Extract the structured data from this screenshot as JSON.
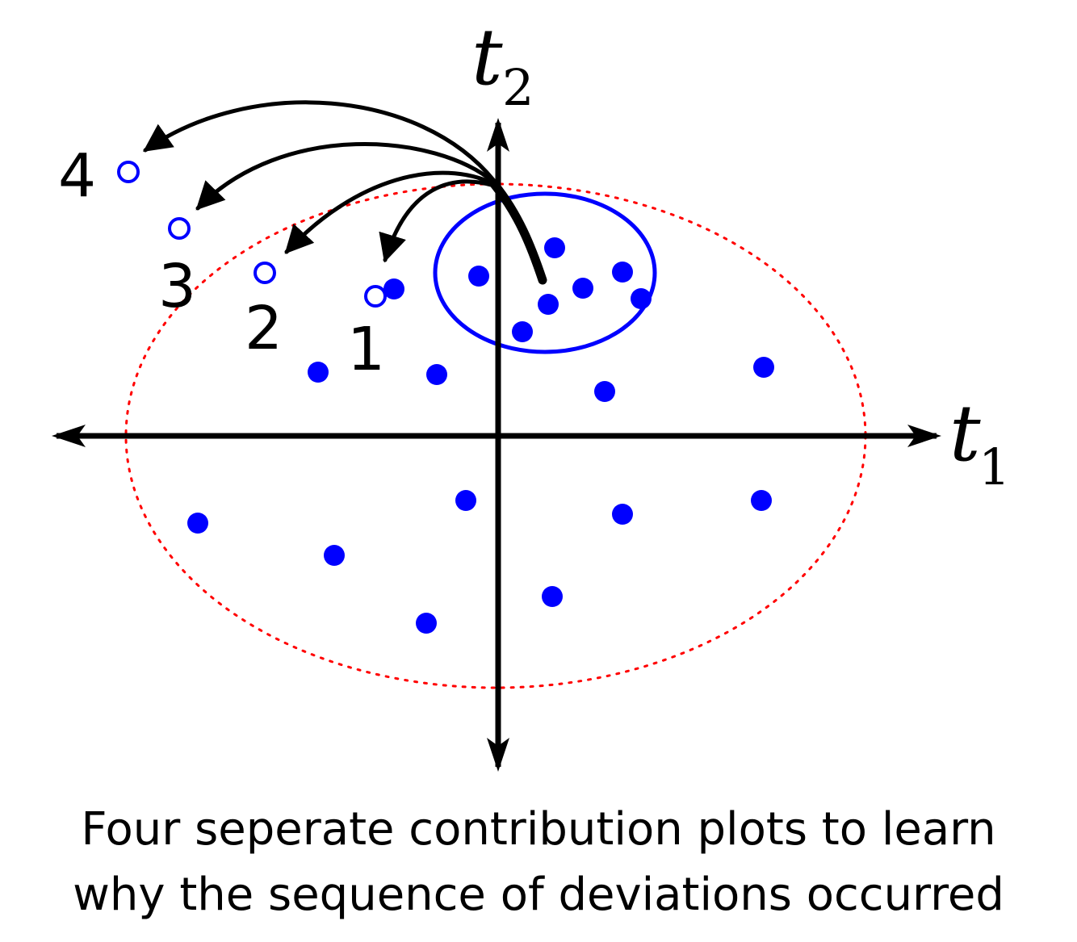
{
  "axes": {
    "t1": {
      "letter": "t",
      "subscript": "1"
    },
    "t2": {
      "letter": "t",
      "subscript": "2"
    }
  },
  "sequence_labels": [
    "1",
    "2",
    "3",
    "4"
  ],
  "caption": {
    "line1": "Four seperate contribution plots to learn",
    "line2": "why the sequence of deviations occurred"
  },
  "colors": {
    "points": "#0000ff",
    "cluster_outline": "#0000ff",
    "limit_ellipse": "#ff0000",
    "axes": "#000000",
    "arrows": "#000000"
  }
}
